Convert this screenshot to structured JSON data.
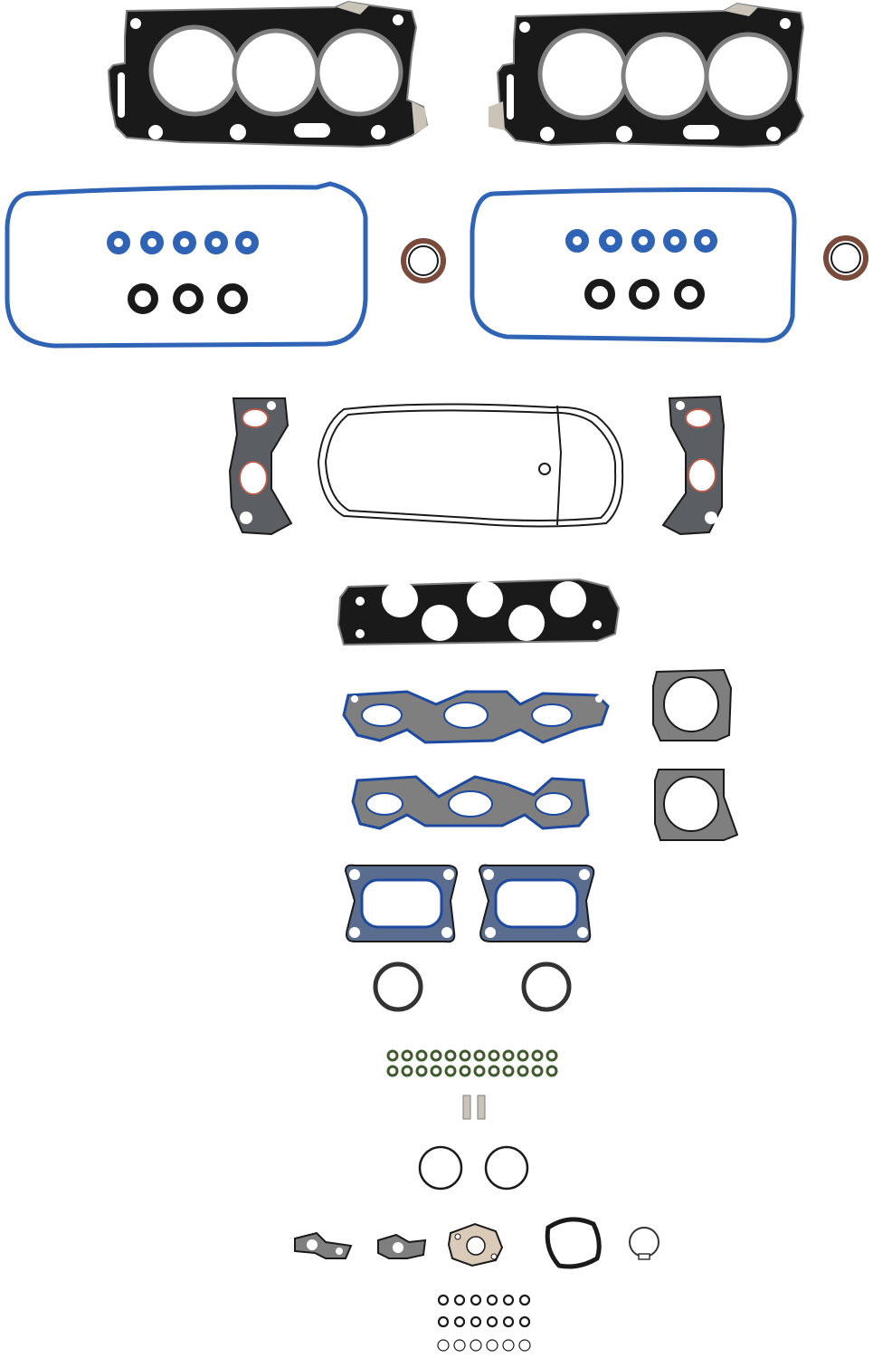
{
  "colors": {
    "background": "#ffffff",
    "gasket_black": "#1a1a1a",
    "gasket_gray": "#7f7f80",
    "gasket_dark_gray": "#5b5e63",
    "metal_tab": "#c9c3b8",
    "seal_blue": "#2f63b5",
    "seal_blue_dark": "#1d4aa0",
    "valve_seal_green": "#3f5a2c",
    "seal_brown": "#7a4a3a",
    "fiber_tan": "#d9cbb7",
    "outline_gray": "#333333"
  },
  "parts": [
    {
      "name": "cylinder-head-gasket-left"
    },
    {
      "name": "cylinder-head-gasket-right"
    },
    {
      "name": "valve-cover-gasket-left"
    },
    {
      "name": "valve-cover-gasket-right"
    },
    {
      "name": "camshaft-seal-left"
    },
    {
      "name": "camshaft-seal-right"
    },
    {
      "name": "intake-manifold-gasket"
    },
    {
      "name": "throttle-body-gaskets"
    },
    {
      "name": "exhaust-manifold-gaskets"
    },
    {
      "name": "valve-stem-seals"
    },
    {
      "name": "o-rings"
    },
    {
      "name": "water-outlet-gaskets"
    }
  ]
}
